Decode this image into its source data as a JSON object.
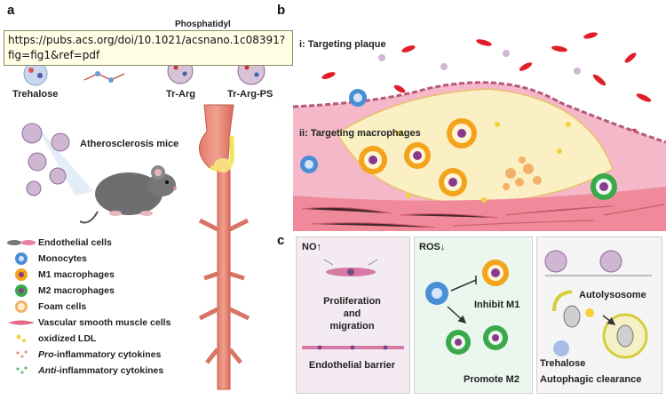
{
  "tooltip": {
    "url": "https://pubs.acs.org/doi/10.1021/acsnano.1c08391?fig=fig1&ref=pdf"
  },
  "panel_a": {
    "letter": "a",
    "phosphatidyl_fragment": "Phosphatidyl",
    "trehalose": "Trehalose",
    "tr_arg": "Tr-Arg",
    "tr_arg_ps": "Tr-Arg-PS",
    "mice_label": "Atherosclerosis mice"
  },
  "legend": [
    {
      "icon": "endothelial-cell-icon",
      "label": "Endothelial cells"
    },
    {
      "icon": "monocyte-icon",
      "label": "Monocytes"
    },
    {
      "icon": "m1-macrophage-icon",
      "label": "M1 macrophages"
    },
    {
      "icon": "m2-macrophage-icon",
      "label": "M2 macrophages"
    },
    {
      "icon": "foam-cell-icon",
      "label": "Foam cells"
    },
    {
      "icon": "smooth-muscle-cell-icon",
      "label": "Vascular smooth muscle cells"
    },
    {
      "icon": "oxidized-ldl-icon",
      "label": "oxidized LDL"
    },
    {
      "icon": "pro-cytokine-icon",
      "label_italic": "Pro",
      "label_rest": "-inflammatory cytokines"
    },
    {
      "icon": "anti-cytokine-icon",
      "label_italic": "Anti",
      "label_rest": "-inflammatory cytokines"
    }
  ],
  "panel_b": {
    "letter": "b",
    "targeting_plaque": "i: Targeting plaque",
    "targeting_macrophages": "ii: Targeting macrophages"
  },
  "panel_c": {
    "letter": "c",
    "no_header": "NO↑",
    "proliferation": "Proliferation",
    "and": "and",
    "migration": "migration",
    "endothelial_barrier": "Endothelial barrier",
    "ros_header": "ROS↓",
    "inhibit_m1": "Inhibit M1",
    "promote_m2": "Promote M2",
    "autolysosome": "Autolysosome",
    "trehalose": "Trehalose",
    "autophagic_clearance": "Autophagic clearance"
  },
  "colors": {
    "endothelium": "#e77fa7",
    "plaque": "#fbf0c4",
    "blood_cell": "#e01e2a",
    "m1": "#f4a41b",
    "m2": "#3aa94a",
    "monocyte": "#4a8fd6",
    "panel_no_bg": "#f4eaf2",
    "panel_ros_bg": "#eaf6ee",
    "panel_auto_bg": "#f5f5f5",
    "artery": "#e98577"
  }
}
